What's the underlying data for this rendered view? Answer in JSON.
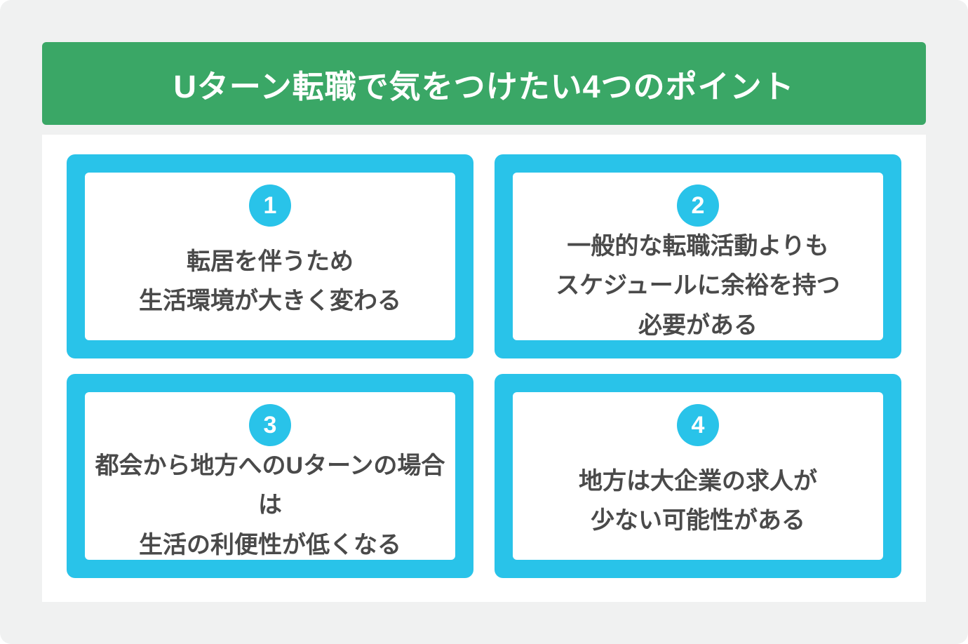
{
  "header": {
    "title": "Uターン転職で気をつけたい4つのポイント"
  },
  "points": [
    {
      "number": "1",
      "lines": [
        "転居を伴うため",
        "生活環境が大きく変わる"
      ]
    },
    {
      "number": "2",
      "lines": [
        "一般的な転職活動よりも",
        "スケジュールに余裕を持つ",
        "必要がある"
      ]
    },
    {
      "number": "3",
      "lines": [
        "都会から地方へのUターンの場合は",
        "生活の利便性が低くなる"
      ]
    },
    {
      "number": "4",
      "lines": [
        "地方は大企業の求人が",
        "少ない可能性がある"
      ]
    }
  ],
  "colors": {
    "accent_green": "#3aa766",
    "accent_cyan": "#29c3e9",
    "text_dark": "#4a4a4a",
    "canvas_gray": "#f0f1f1",
    "panel_white": "#ffffff"
  }
}
